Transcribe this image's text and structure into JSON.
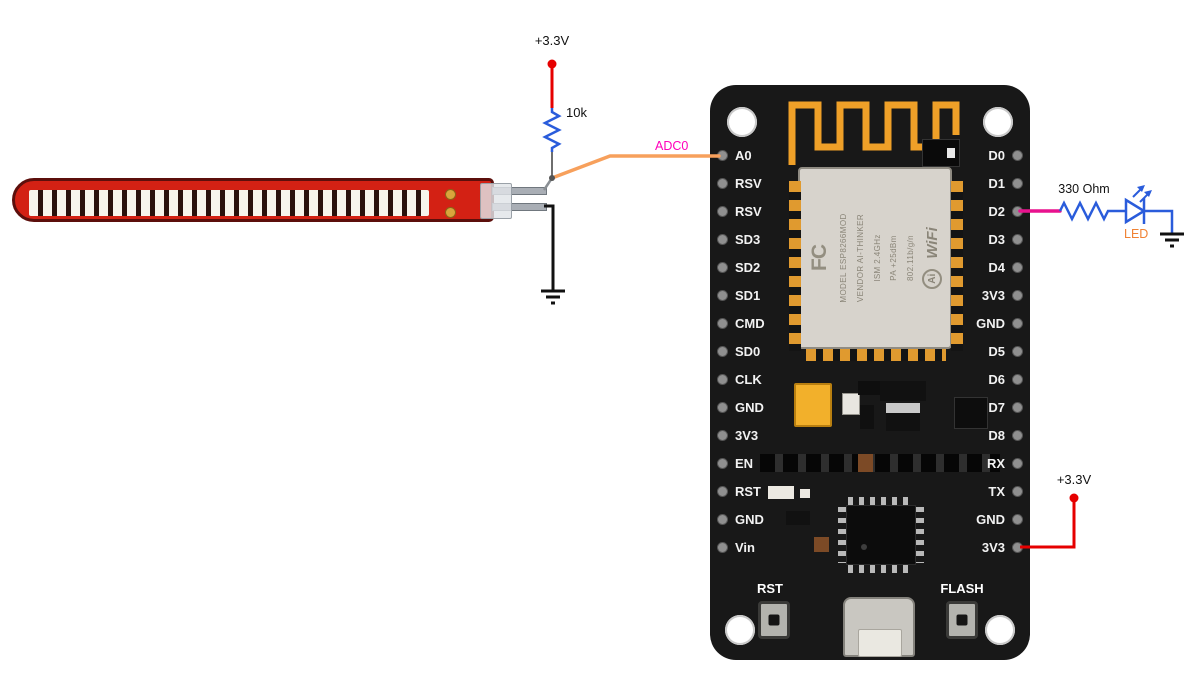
{
  "page": {
    "background": "#ffffff",
    "description": "Wiring diagram: flex sensor with 10k pull-up to A0 of NodeMCU ESP8266, LED with 330 Ohm resistor on D2"
  },
  "labels": {
    "vcc_top": "+3.3V",
    "vcc_bottom": "+3.3V",
    "pullup_resistor": "10k",
    "led_resistor": "330 Ohm",
    "adc_net": "ADC0",
    "led_net": "LED"
  },
  "colors": {
    "wire_red": "#e60000",
    "wire_black": "#111111",
    "wire_orange": "#f7a05c",
    "wire_magenta": "#e8128e",
    "wire_blue": "#2a5cdb",
    "antenna_orange": "#efa028",
    "adc_label": "#ff00bb",
    "led_label": "#f08233",
    "board_black": "#181818",
    "flex_sensor_red": "#d32114"
  },
  "board": {
    "name": "NodeMCU ESP8266",
    "left_pins": [
      "A0",
      "RSV",
      "RSV",
      "SD3",
      "SD2",
      "SD1",
      "CMD",
      "SD0",
      "CLK",
      "GND",
      "3V3",
      "EN",
      "RST",
      "GND",
      "Vin"
    ],
    "right_pins": [
      "D0",
      "D1",
      "D2",
      "D3",
      "D4",
      "3V3",
      "GND",
      "D5",
      "D6",
      "D7",
      "D8",
      "RX",
      "TX",
      "GND",
      "3V3"
    ],
    "buttons": {
      "reset": "RST",
      "flash": "FLASH"
    },
    "module": {
      "fcc_logo": "FC",
      "model_label": "MODEL",
      "model_value": "ESP8266MOD",
      "vendor_label": "VENDOR",
      "vendor_value": "AI-THINKER",
      "ism": "ISM 2.4GHz",
      "pa": "PA +25dBm",
      "std": "802.11b/g/n",
      "ai_logo": "Ai",
      "wifi_logo": "WiFi"
    }
  }
}
